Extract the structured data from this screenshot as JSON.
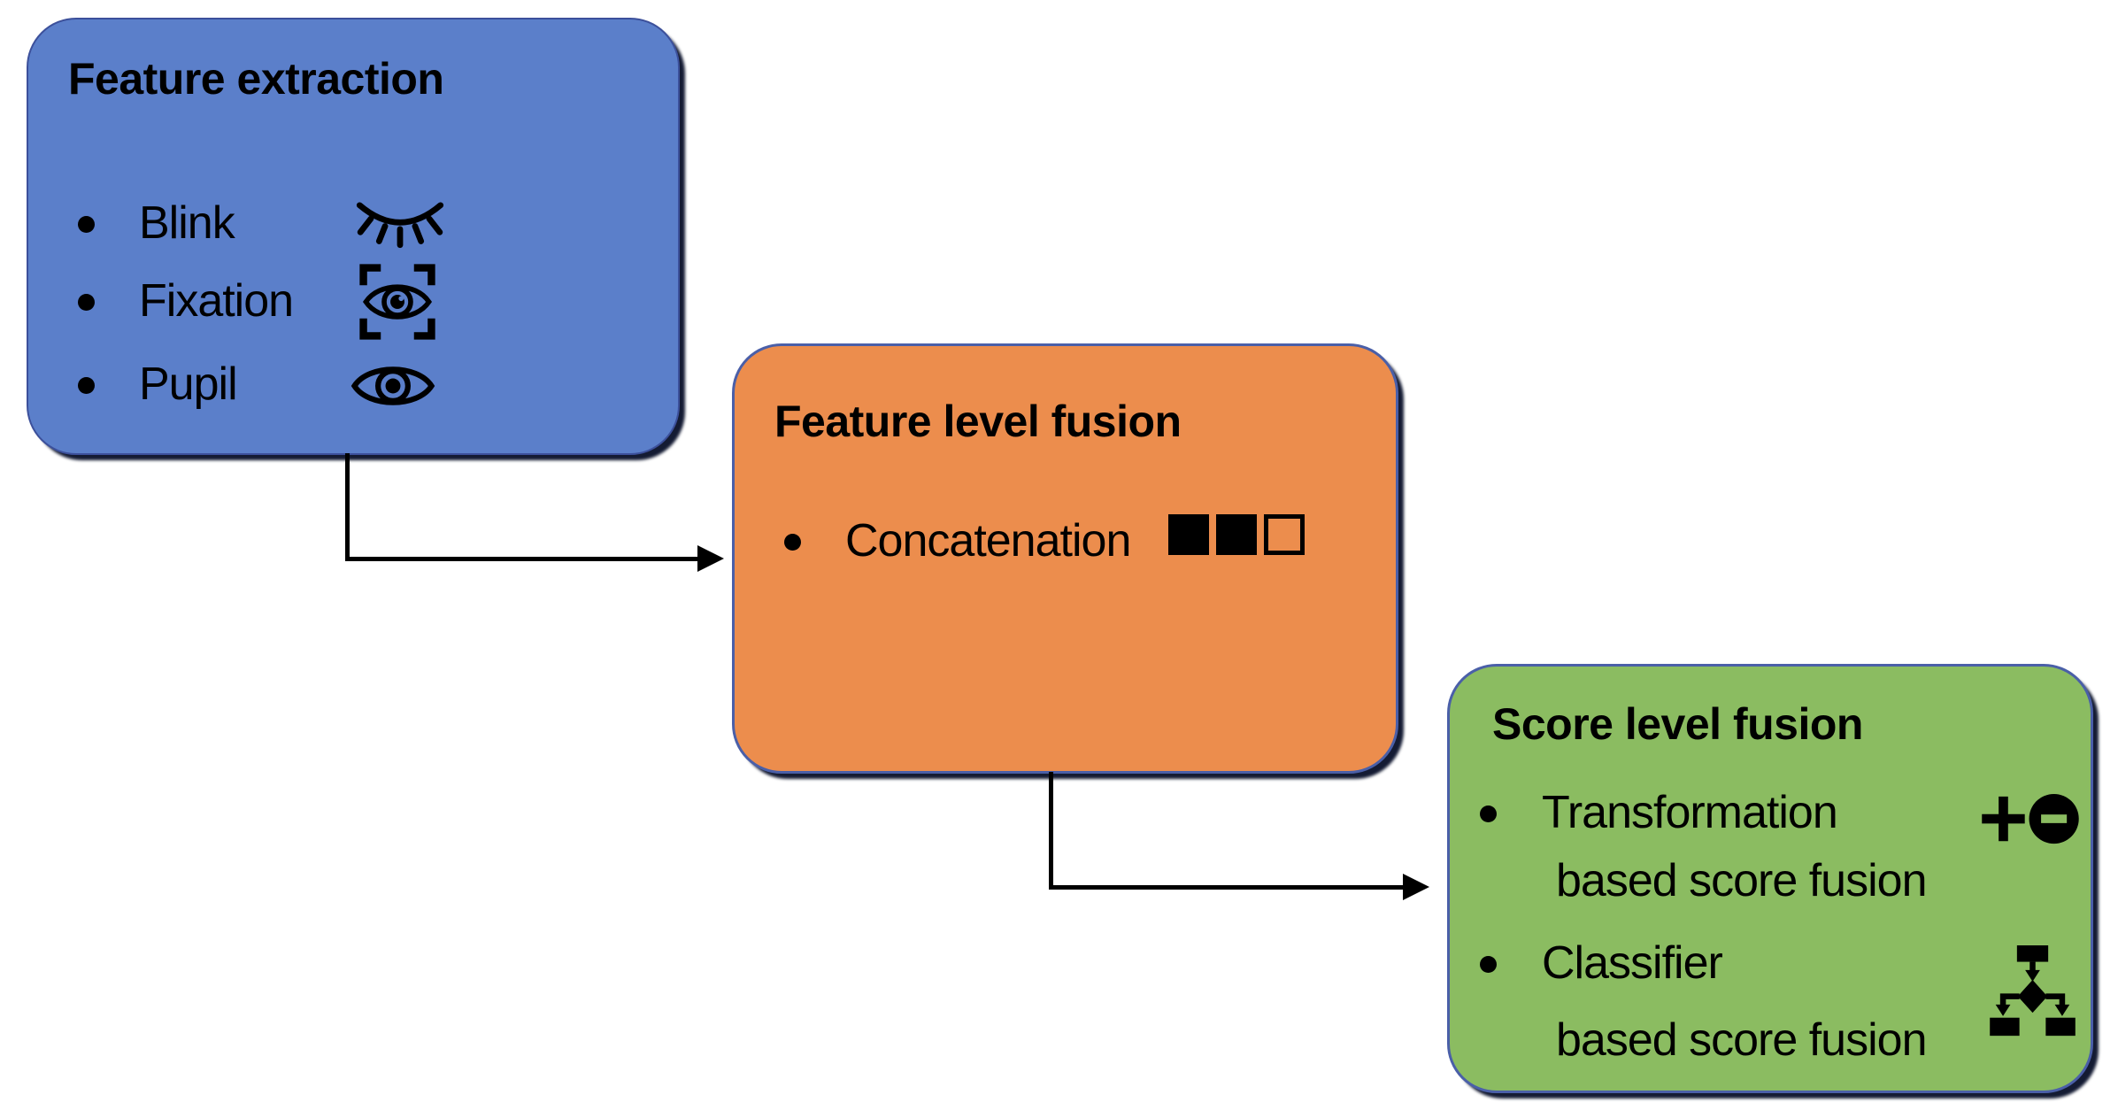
{
  "diagram": {
    "background_color": "#ffffff",
    "arrow_color": "#000000",
    "shadow_color": "#141b33",
    "boxes": [
      {
        "title": "Feature extraction",
        "fill_color": "#5b7fca",
        "border_color": "#3c509b",
        "items": [
          {
            "label": "Blink",
            "icon": "closed-eye-icon"
          },
          {
            "label": "Fixation",
            "icon": "eye-focus-brackets-icon"
          },
          {
            "label": "Pupil",
            "icon": "open-eye-icon"
          }
        ]
      },
      {
        "title": "Feature level fusion",
        "fill_color": "#ec8d4d",
        "border_color": "#4a5fa8",
        "items": [
          {
            "label": "Concatenation",
            "icon": "concatenation-squares-icon"
          }
        ]
      },
      {
        "title": "Score level fusion",
        "fill_color": "#8bbc61",
        "border_color": "#4a5fa8",
        "items": [
          {
            "label": "Transformation",
            "label_line2": "based score fusion",
            "icon": "plus-minus-circle-icon"
          },
          {
            "label": "Classifier",
            "label_line2": "based score fusion",
            "icon": "classifier-tree-icon"
          }
        ]
      }
    ],
    "connectors": [
      {
        "from": "Feature extraction",
        "to": "Feature level fusion"
      },
      {
        "from": "Feature level fusion",
        "to": "Score level fusion"
      }
    ]
  }
}
